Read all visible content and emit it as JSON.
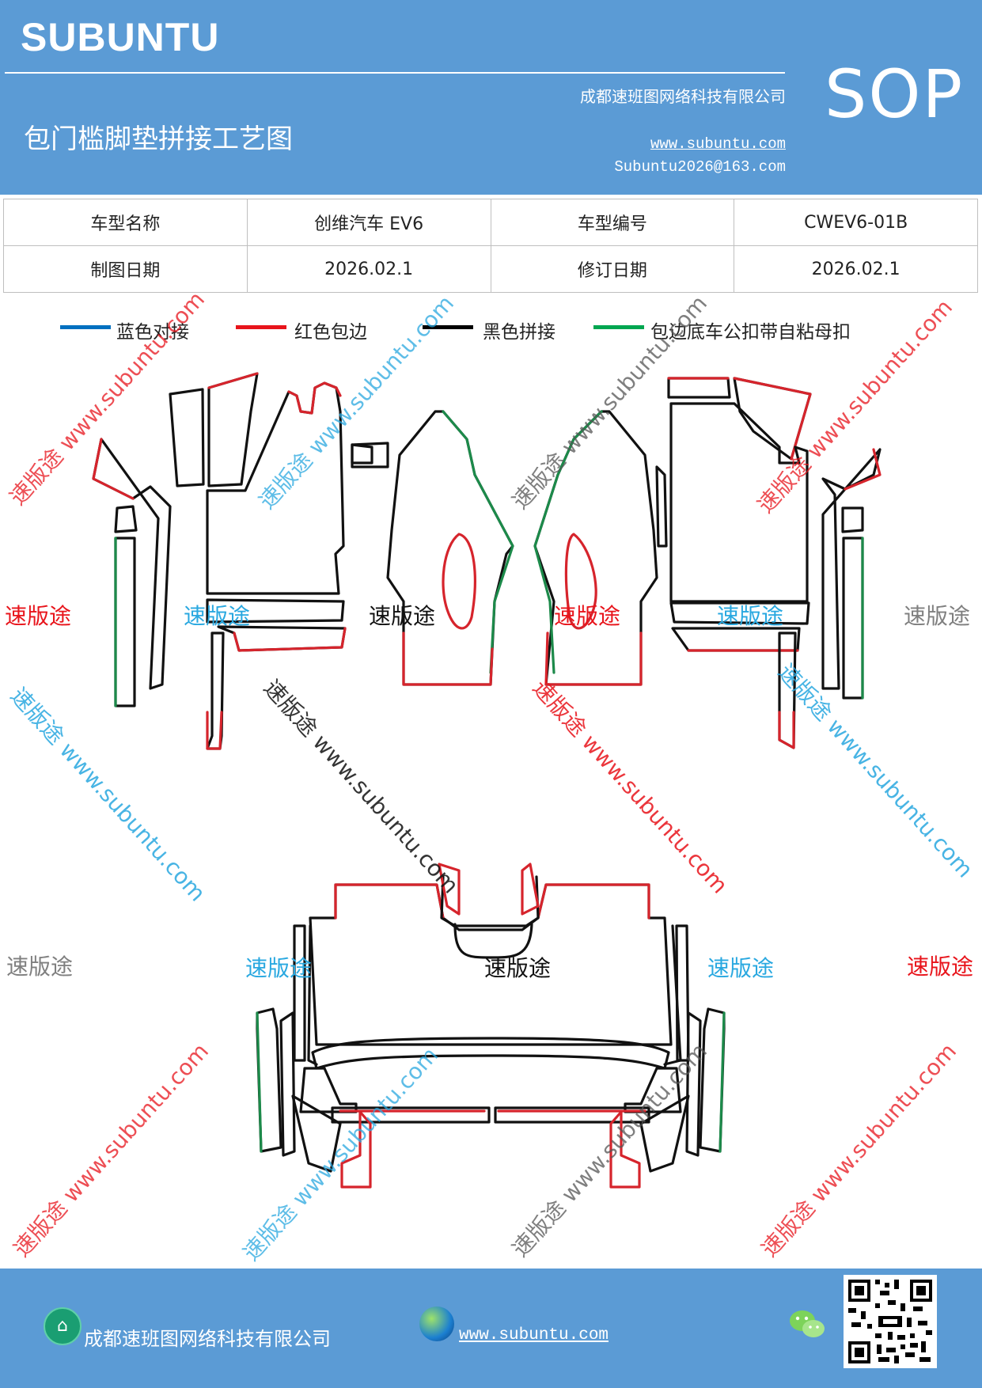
{
  "header": {
    "brand": "SUBUNTU",
    "company": "成都速班图网络科技有限公司",
    "title": "包门槛脚垫拼接工艺图",
    "website": "www.subuntu.com",
    "email": "Subuntu2026@163.com",
    "sop": "SOP"
  },
  "info_table": {
    "row1": [
      "车型名称",
      "创维汽车 EV6",
      "车型编号",
      "CWEV6-01B"
    ],
    "row2": [
      "制图日期",
      "2026.02.1",
      "修订日期",
      "2026.02.1"
    ]
  },
  "legend": [
    {
      "label": "蓝色对接",
      "color": "#0070c0"
    },
    {
      "label": "红色包边",
      "color": "#e8141b"
    },
    {
      "label": "黑色拼接",
      "color": "#000000"
    },
    {
      "label": "包边底车公扣带自粘母扣",
      "color": "#00a650"
    }
  ],
  "watermarks": {
    "brand": "速版途",
    "diag_text": "速版途 www.subuntu.com",
    "url_text": "www.subuntu.com"
  },
  "colors": {
    "header_bg": "#5b9bd5",
    "red": "#d6242c",
    "green": "#1c8a4a",
    "black": "#111111",
    "wm_red": "#e8141b",
    "wm_blue": "#29a8e0",
    "wm_gray": "#7f7f7f"
  },
  "footer": {
    "company": "成都速班图网络科技有限公司",
    "website": "www.subuntu.com",
    "icons": [
      "home-icon",
      "globe-icon",
      "wechat-icon",
      "qr-code"
    ]
  }
}
